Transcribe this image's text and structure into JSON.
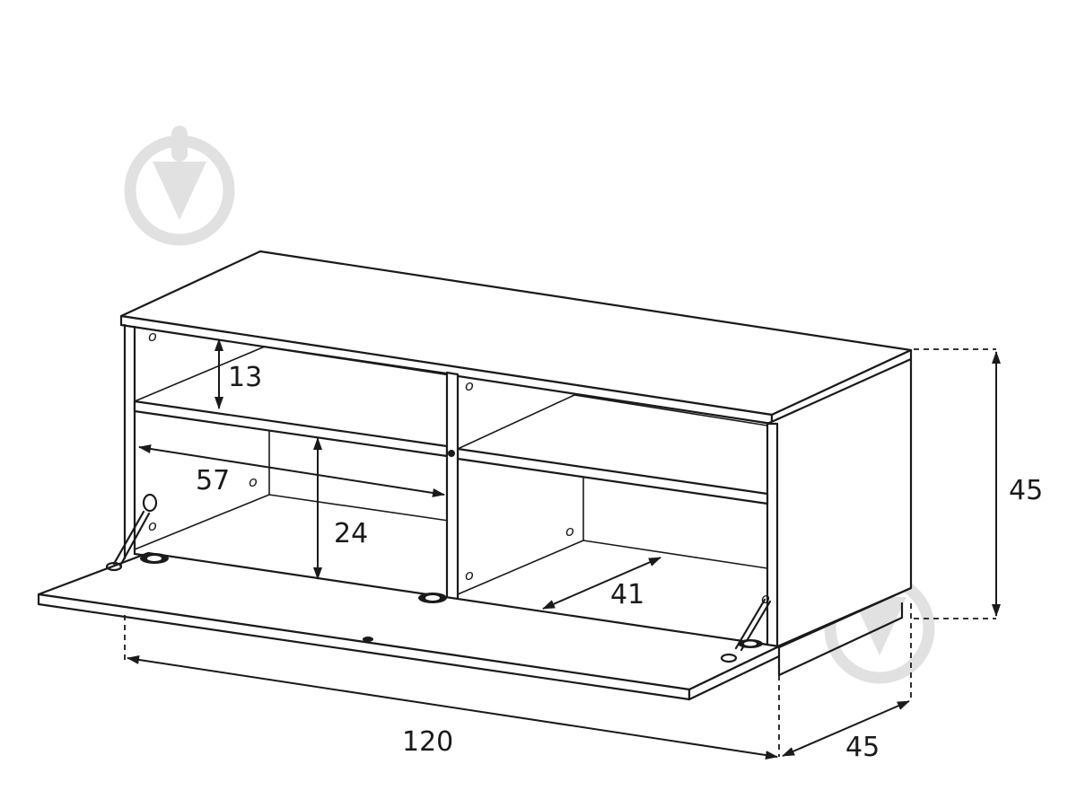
{
  "dimensions": {
    "upper_shelf_height": "13",
    "shelf_width": "57",
    "lower_compartment_height": "24",
    "inner_depth": "41",
    "overall_height": "45",
    "overall_width": "120",
    "overall_depth": "45"
  },
  "hole_marks": [
    "o",
    "o",
    "o",
    "o",
    "o",
    "o",
    "o"
  ],
  "watermark_icons": [
    "download-pin-icon",
    "download-pin-icon"
  ]
}
